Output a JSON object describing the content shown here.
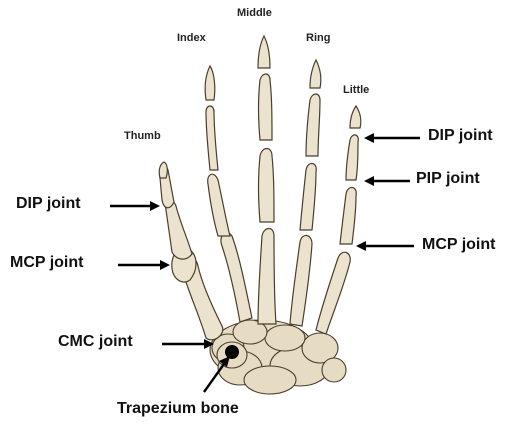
{
  "fingers": {
    "thumb": "Thumb",
    "index": "Index",
    "middle": "Middle",
    "ring": "Ring",
    "little": "Little"
  },
  "joints": {
    "thumb_dip": "DIP joint",
    "thumb_mcp": "MCP joint",
    "cmc": "CMC joint",
    "trapezium": "Trapezium bone",
    "little_dip": "DIP joint",
    "little_pip": "PIP joint",
    "little_mcp": "MCP joint"
  },
  "colors": {
    "bone": "#ece3cf",
    "outline": "#4a3e2c",
    "arrow": "#000000",
    "marker": "#000000"
  }
}
